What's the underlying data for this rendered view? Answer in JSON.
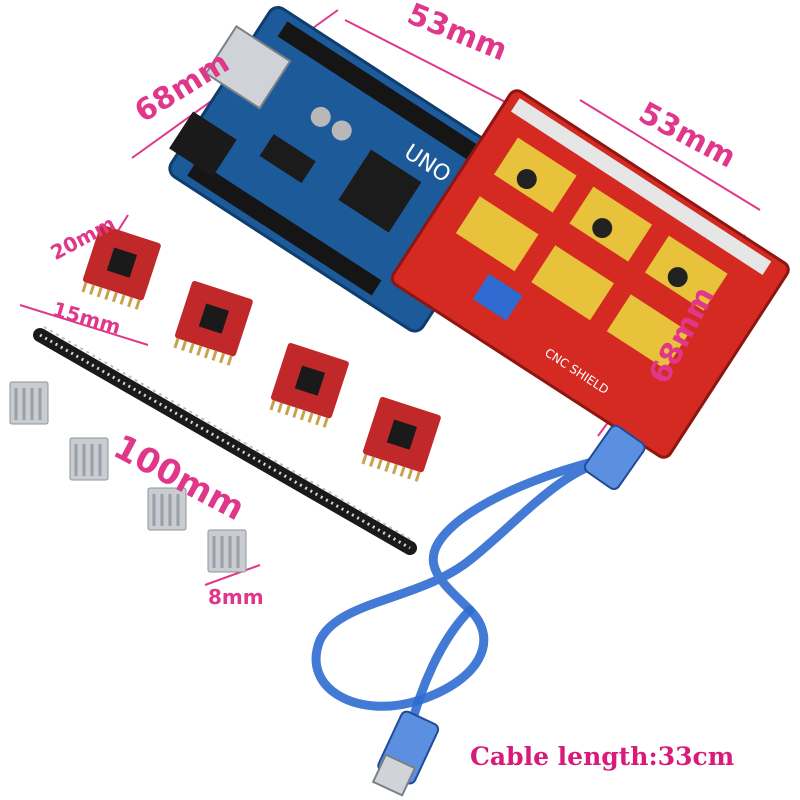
{
  "dimensions": {
    "uno_width": "68mm",
    "uno_height": "53mm",
    "shield_height": "53mm",
    "shield_width": "68mm",
    "driver_width": "20mm",
    "driver_height": "15mm",
    "header_length": "100mm",
    "heatsink_size": "8mm"
  },
  "board_labels": {
    "uno": "UNO",
    "shield": "CNC SHIELD"
  },
  "caption": "Cable length:33cm",
  "colors": {
    "dimension_text": "#e0378a",
    "caption_text": "#d81b7a",
    "uno_board": "#1d5a9a",
    "shield_board": "#d42a22",
    "driver_board": "#c0282a",
    "stepper_slot": "#e8c23a",
    "cable": "#2f6bd0"
  }
}
